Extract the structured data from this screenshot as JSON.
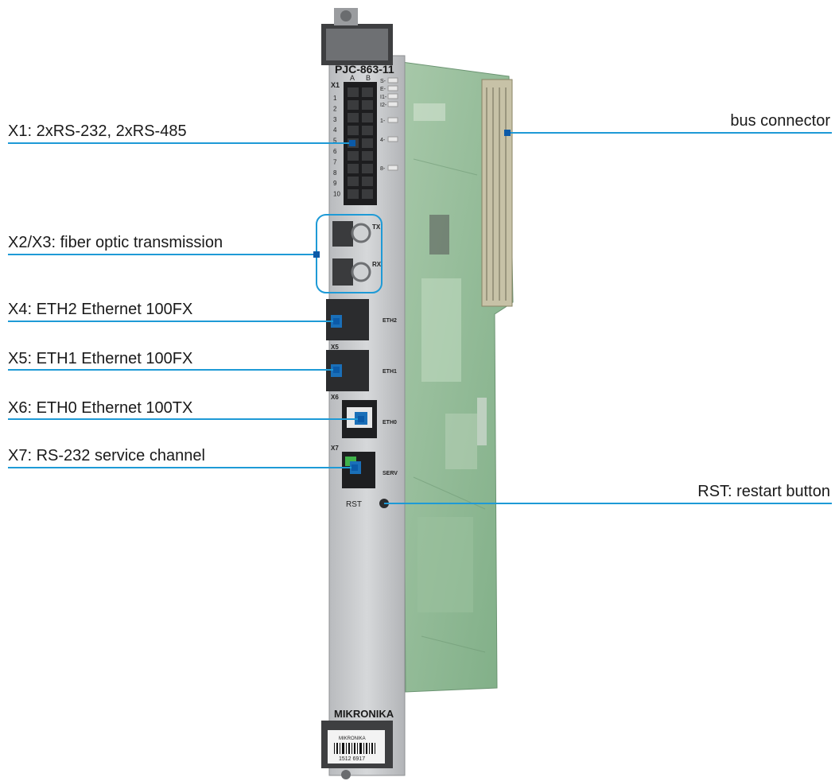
{
  "callouts": {
    "x1": "X1: 2xRS-232, 2xRS-485",
    "x2x3": "X2/X3: fiber optic transmission",
    "x4": "X4: ETH2 Ethernet 100FX",
    "x5": "X5: ETH1 Ethernet 100FX",
    "x6": "X6: ETH0 Ethernet 100TX",
    "x7": "X7: RS-232 service channel",
    "bus": "bus connector",
    "rst": "RST: restart button"
  },
  "panel": {
    "model": "PJC-863-11",
    "col_a": "A",
    "col_b": "B",
    "x1_label": "X1",
    "pin_numbers": [
      "1",
      "2",
      "3",
      "4",
      "5",
      "6",
      "7",
      "8",
      "9",
      "10"
    ],
    "led_labels": [
      "S-",
      "E-",
      "I1-",
      "I2-",
      "1-",
      "4-",
      "8-"
    ],
    "tx": "TX",
    "rx": "RX",
    "eth2": "ETH2",
    "x5_label": "X5",
    "eth1": "ETH1",
    "x6_label": "X6",
    "eth0": "ETH0",
    "x7_label": "X7",
    "serv": "SERV",
    "rst": "RST",
    "brand": "MIKRONIKA",
    "sticker_brand": "MIKRONIKA",
    "serial": "1512 6917"
  },
  "colors": {
    "leader_line": "#1e9ad6",
    "leader_dot": "#0b5aa8",
    "pcb_green": "#8fb897",
    "panel_metal": "#c9cbcd"
  }
}
